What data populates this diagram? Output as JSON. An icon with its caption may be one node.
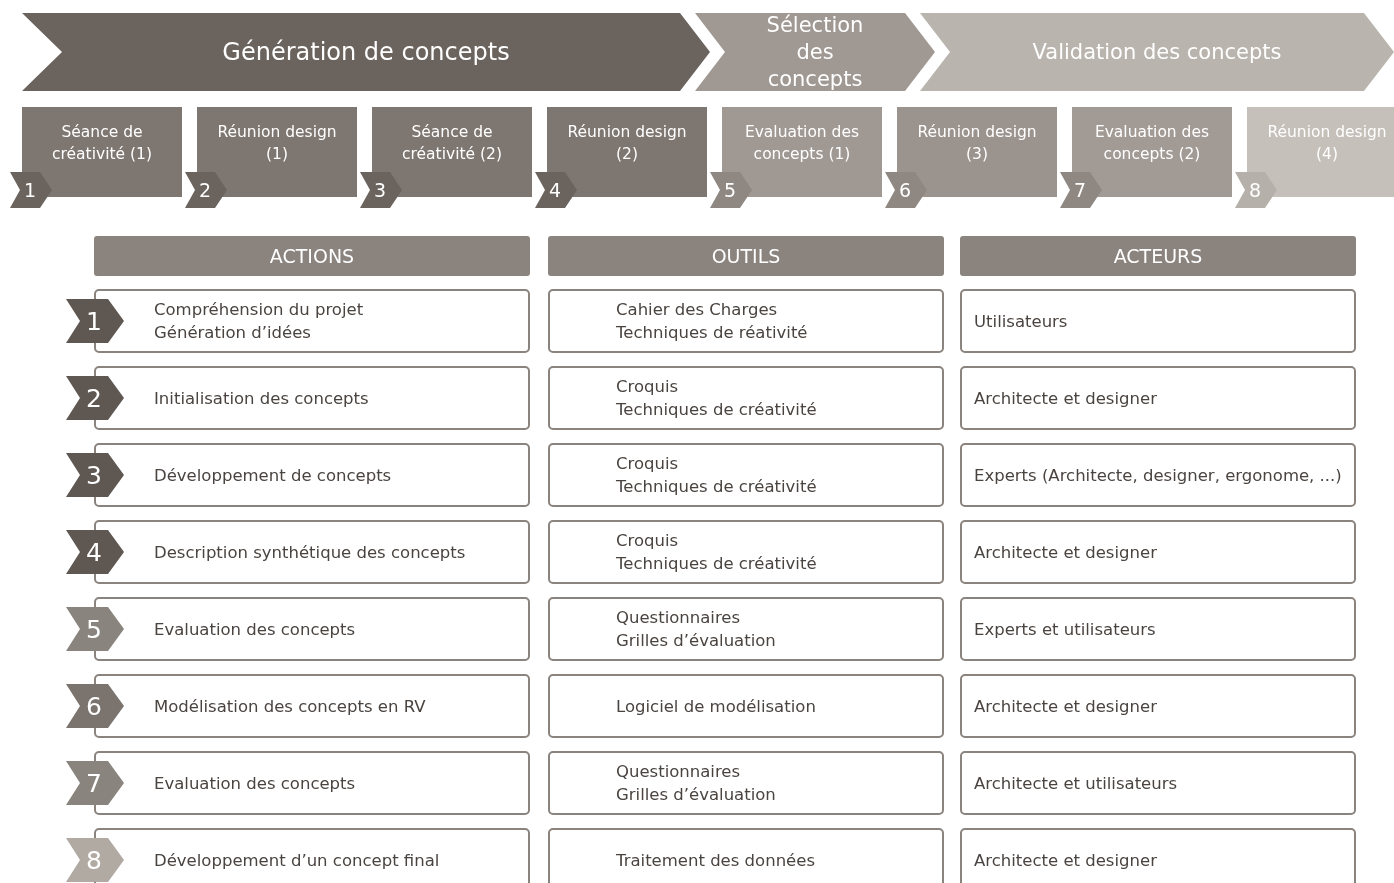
{
  "diagram": {
    "nodes": [
      {
        "text": [
          "Génération de concepts"
        ]
      },
      {
        "text": [
          "Sélection des concepts"
        ]
      },
      {
        "text": [
          "Validation des concepts"
        ]
      },
      {
        "text": [
          "Séance de créativité (1)"
        ]
      },
      {
        "text": [
          "1"
        ]
      },
      {
        "text": [
          "Réunion design (1)"
        ]
      },
      {
        "text": [
          "2"
        ]
      },
      {
        "text": [
          "Séance de créativité (2)"
        ]
      },
      {
        "text": [
          "3"
        ]
      },
      {
        "text": [
          "Réunion design (2)"
        ]
      },
      {
        "text": [
          "4"
        ]
      },
      {
        "text": [
          "Evaluation des concepts (1)"
        ]
      },
      {
        "text": [
          "5"
        ]
      },
      {
        "text": [
          "Réunion design (3)"
        ]
      },
      {
        "text": [
          "6"
        ]
      },
      {
        "text": [
          "Evaluation des concepts (2)"
        ]
      },
      {
        "text": [
          "7"
        ]
      },
      {
        "text": [
          "Réunion design (4)"
        ]
      },
      {
        "text": [
          "8"
        ]
      },
      {
        "text": [
          "ACTIONS"
        ]
      },
      {
        "text": [
          "OUTILS"
        ]
      },
      {
        "text": [
          "ACTEURS"
        ]
      },
      {
        "text": [
          "1"
        ]
      },
      {
        "text": [
          "Compréhension du projet",
          "Génération d’idées"
        ]
      },
      {
        "text": [
          "Cahier des Charges",
          "Techniques de réativité"
        ]
      },
      {
        "text": [
          "Utilisateurs"
        ]
      },
      {
        "text": [
          "2"
        ]
      },
      {
        "text": [
          "Initialisation des concepts"
        ]
      },
      {
        "text": [
          "Croquis",
          "Techniques de créativité"
        ]
      },
      {
        "text": [
          "Architecte et designer"
        ]
      },
      {
        "text": [
          "3"
        ]
      },
      {
        "text": [
          "Développement de concepts"
        ]
      },
      {
        "text": [
          "Croquis",
          "Techniques de créativité"
        ]
      },
      {
        "text": [
          "Experts (Architecte, designer, ergonome, ...)"
        ]
      },
      {
        "text": [
          "4"
        ]
      },
      {
        "text": [
          "Description synthétique des concepts"
        ]
      },
      {
        "text": [
          "Croquis",
          "Techniques de créativité"
        ]
      },
      {
        "text": [
          "Architecte et designer"
        ]
      },
      {
        "text": [
          "5"
        ]
      },
      {
        "text": [
          "Evaluation des concepts"
        ]
      },
      {
        "text": [
          "Questionnaires",
          "Grilles d’évaluation"
        ]
      },
      {
        "text": [
          "Experts et utilisateurs"
        ]
      },
      {
        "text": [
          "6"
        ]
      },
      {
        "text": [
          "Modélisation des concepts en RV"
        ]
      },
      {
        "text": [
          "Logiciel de modélisation"
        ]
      },
      {
        "text": [
          "Architecte et designer"
        ]
      },
      {
        "text": [
          "7"
        ]
      },
      {
        "text": [
          "Evaluation des concepts"
        ]
      },
      {
        "text": [
          "Questionnaires",
          "Grilles d’évaluation"
        ]
      },
      {
        "text": [
          "Architecte et utilisateurs"
        ]
      },
      {
        "text": [
          "8"
        ]
      },
      {
        "text": [
          "Développement d’un concept final"
        ]
      },
      {
        "text": [
          "Traitement des données"
        ]
      },
      {
        "text": [
          "Architecte et designer"
        ]
      }
    ],
    "edges": []
  }
}
